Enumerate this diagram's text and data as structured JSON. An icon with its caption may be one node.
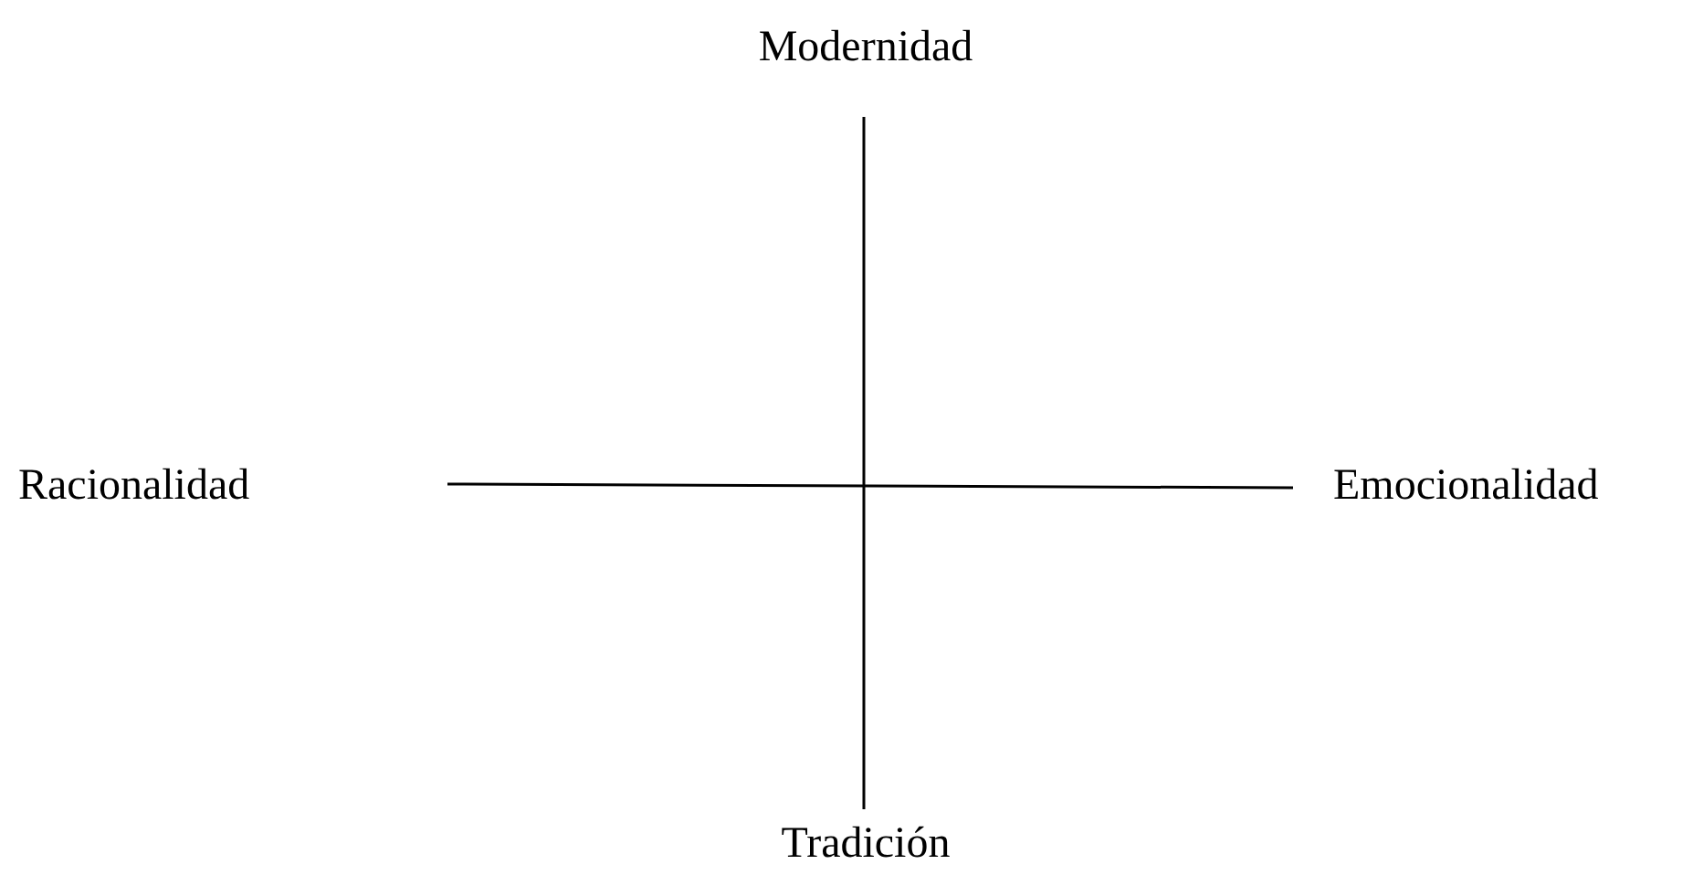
{
  "diagram": {
    "labels": [
      "Modernidad",
      "Racionalidad",
      "Emocionalidad",
      "Tradición"
    ]
  }
}
